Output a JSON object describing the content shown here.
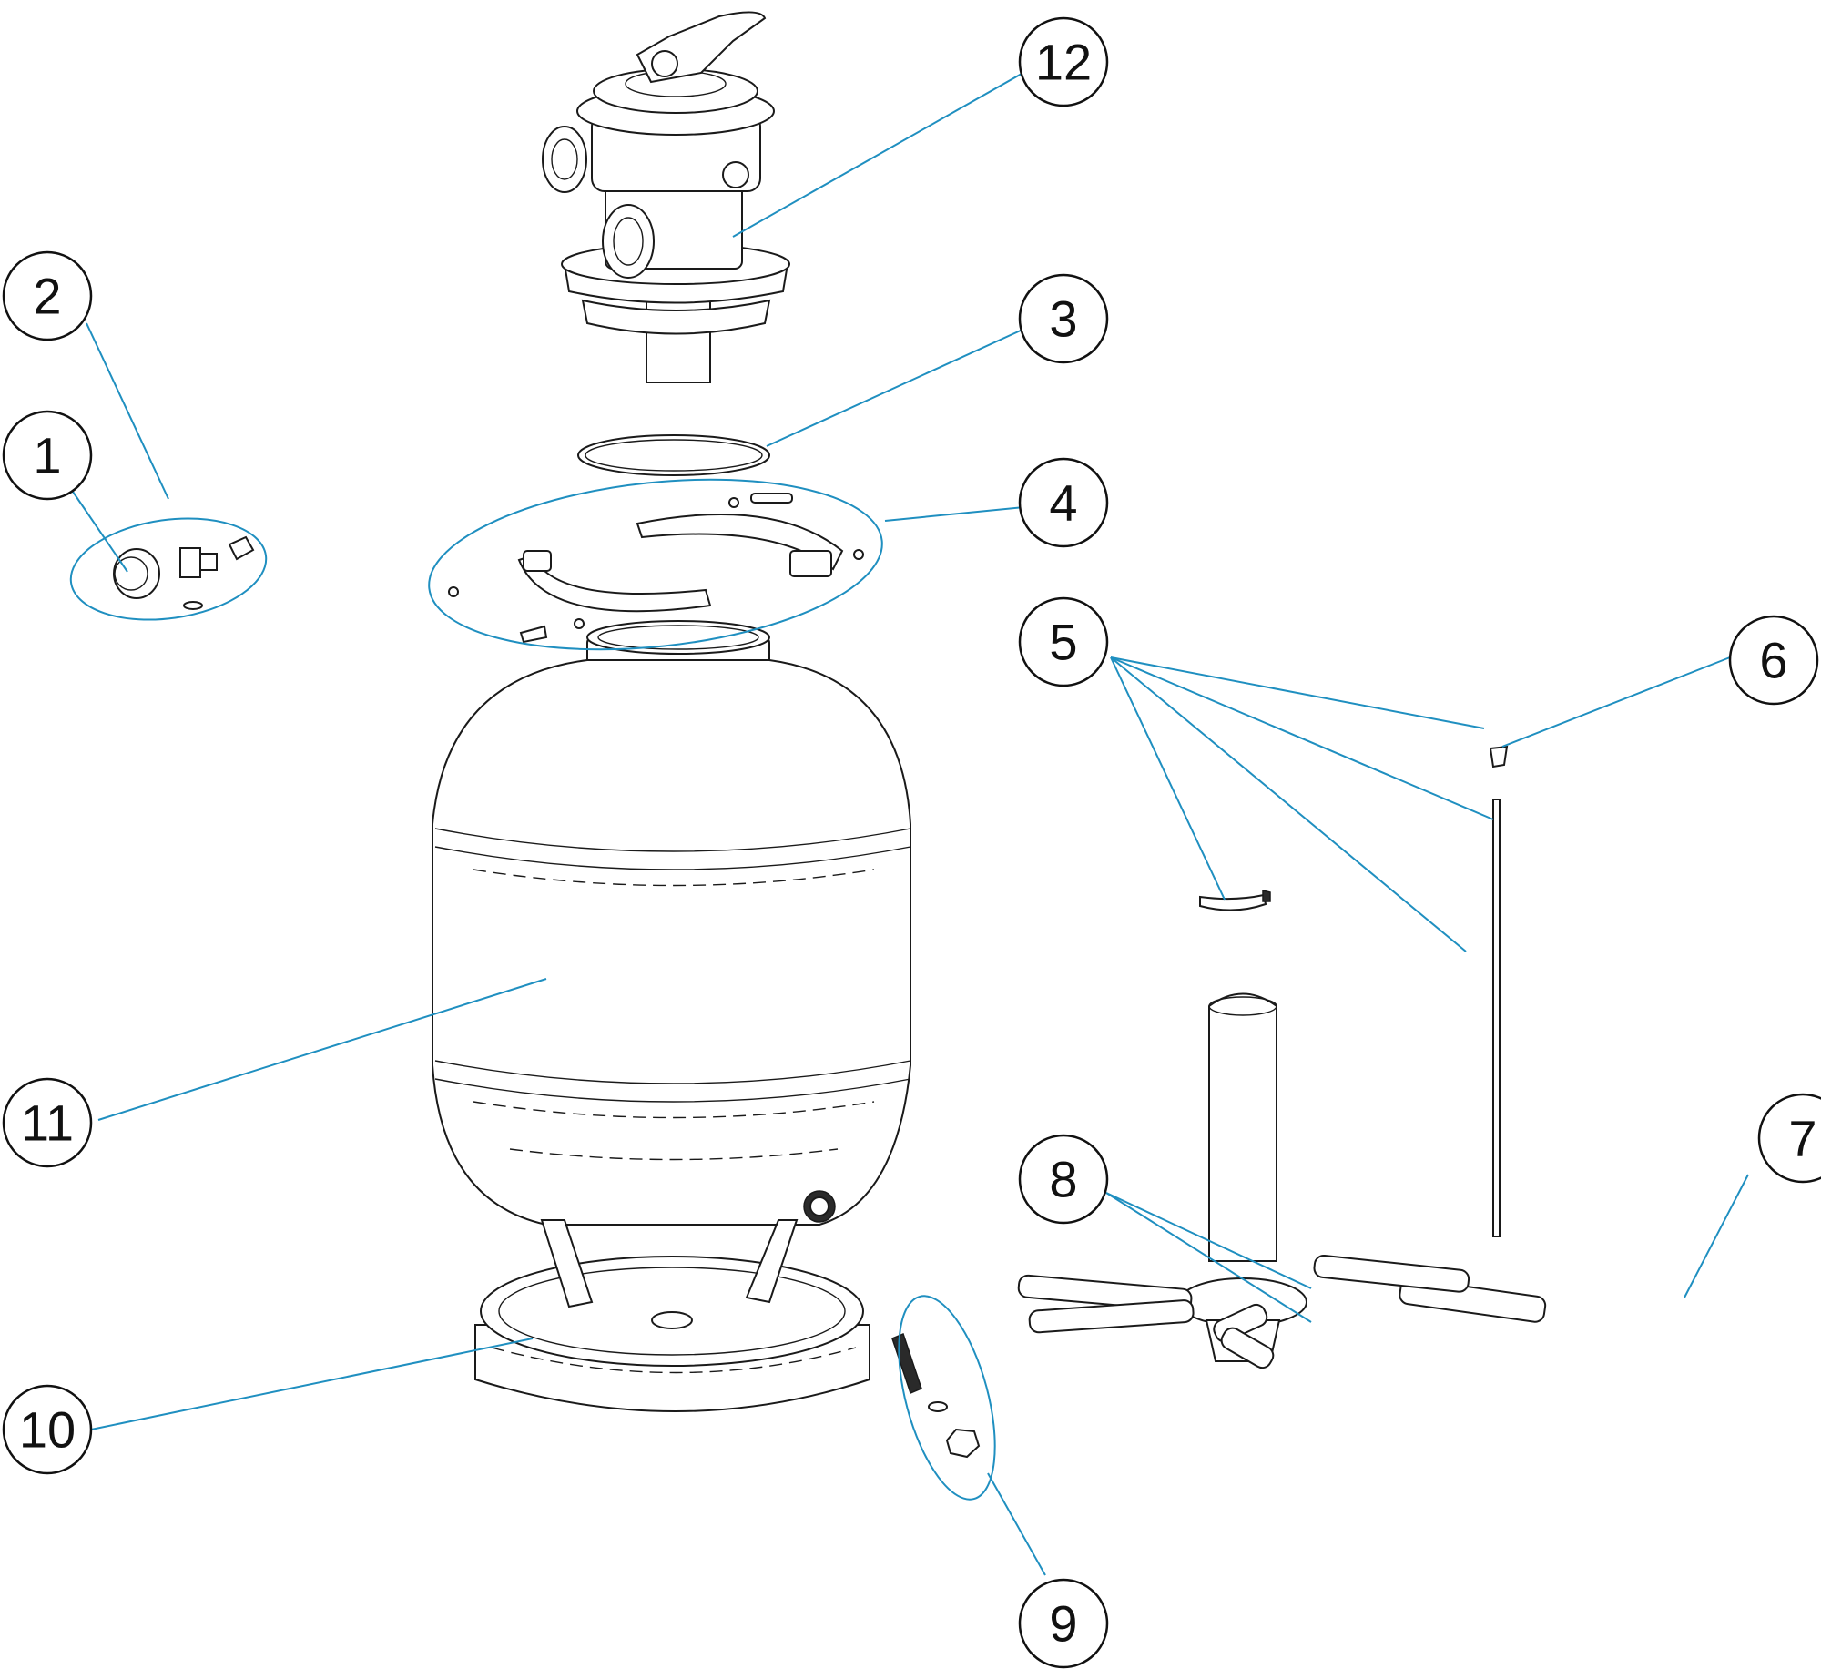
{
  "diagram": {
    "leader_color": "#1f8fc0",
    "callouts": [
      {
        "id": "1",
        "label": "1"
      },
      {
        "id": "2",
        "label": "2"
      },
      {
        "id": "3",
        "label": "3"
      },
      {
        "id": "4",
        "label": "4"
      },
      {
        "id": "5",
        "label": "5"
      },
      {
        "id": "6",
        "label": "6"
      },
      {
        "id": "7",
        "label": "7"
      },
      {
        "id": "8",
        "label": "8"
      },
      {
        "id": "9",
        "label": "9"
      },
      {
        "id": "10",
        "label": "10"
      },
      {
        "id": "11",
        "label": "11"
      },
      {
        "id": "12",
        "label": "12"
      }
    ]
  }
}
